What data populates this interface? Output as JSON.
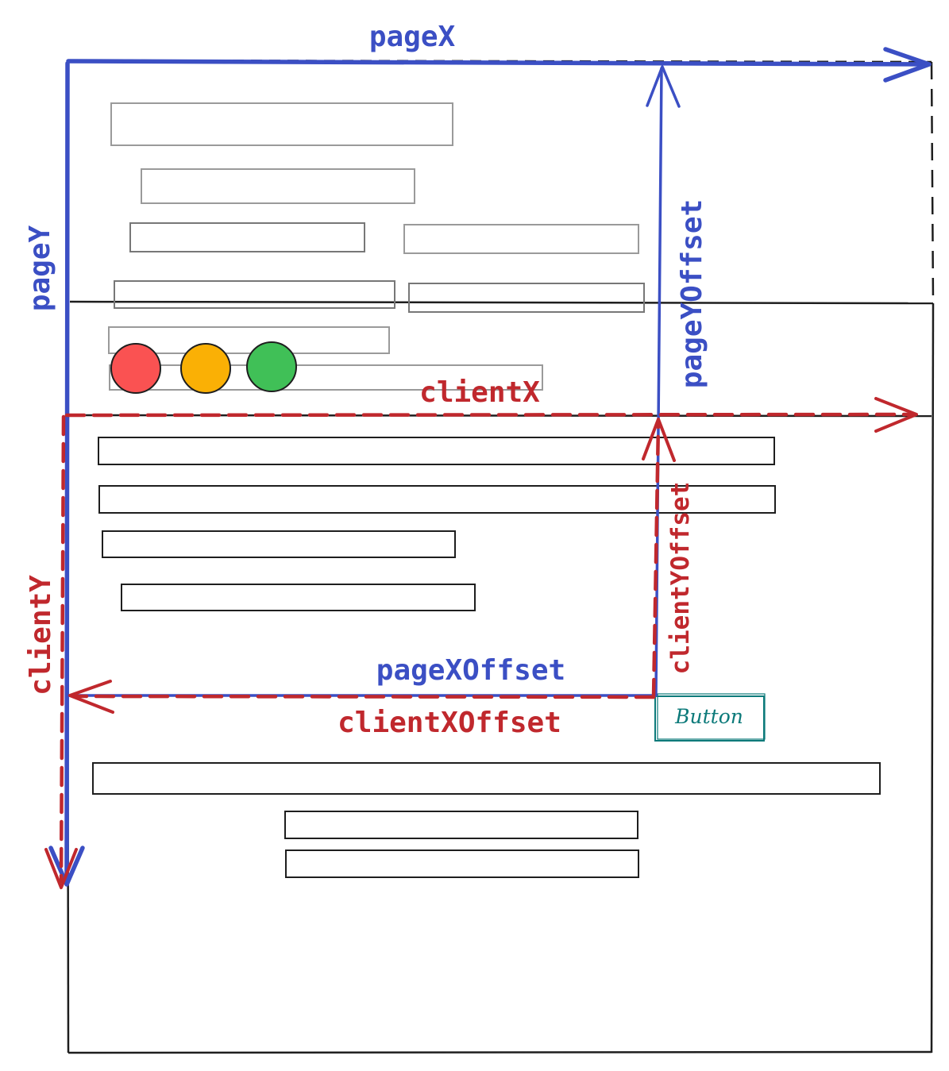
{
  "labels": {
    "page_x": "pageX",
    "page_y": "pageY",
    "page_y_offset": "pageYOffset",
    "page_x_offset": "pageXOffset",
    "client_x": "clientX",
    "client_y": "clientY",
    "client_y_offset": "clientYOffset",
    "client_x_offset": "clientXOffset"
  },
  "button": {
    "label": "Button"
  },
  "window_controls": [
    {
      "name": "red-dot",
      "color": "#fa5252"
    },
    {
      "name": "yellow-dot",
      "color": "#fab005"
    },
    {
      "name": "green-dot",
      "color": "#40c057"
    }
  ],
  "colors": {
    "page_blue": "#3b4fc4",
    "client_red": "#c0282d",
    "button_teal": "#0c7a7a",
    "outline": "#1e1e1e",
    "faded_outline": "#9a9a9a"
  }
}
